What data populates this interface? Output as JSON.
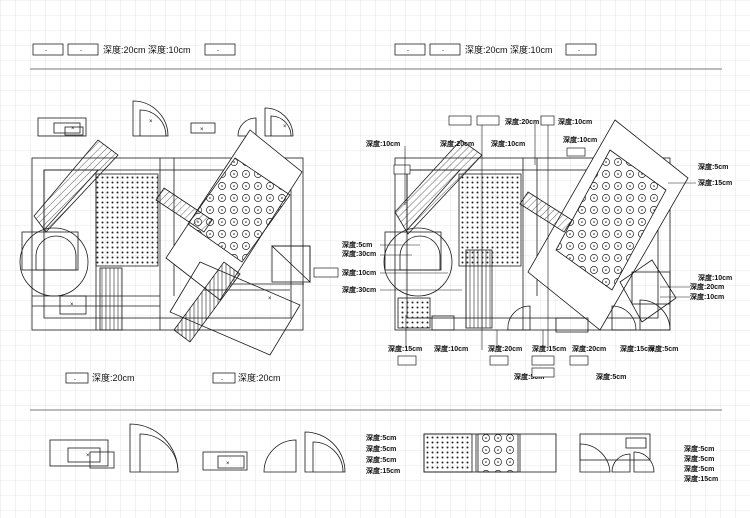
{
  "header": {
    "left": {
      "label": "深度:20cm 深度:10cm",
      "marks": [
        "-",
        "-",
        "-"
      ]
    },
    "right": {
      "label": "深度:20cm 深度:10cm",
      "marks": [
        "-",
        "-",
        "-"
      ]
    }
  },
  "left_plan": {
    "captions": [
      "深度:20cm",
      "深度:20cm"
    ],
    "marks": [
      "×",
      "-",
      "-"
    ]
  },
  "right_plan": {
    "left_labels": [
      "深度:10cm",
      "深度:5cm",
      "深度:30cm",
      "深度:10cm",
      "深度:30cm"
    ],
    "top_labels": [
      "深度:20cm",
      "深度:20cm",
      "深度:10cm",
      "深度:10cm",
      "深度:10cm"
    ],
    "right_labels": [
      "深度:5cm",
      "深度:15cm",
      "深度:10cm",
      "深度:20cm",
      "深度:10cm"
    ],
    "bottom_labels": [
      "深度:15cm",
      "深度:10cm",
      "深度:20cm",
      "深度:15cm",
      "深度:20cm",
      "深度:15cm",
      "深度:5cm",
      "深度:5cm",
      "深度:5cm"
    ]
  },
  "legend": {
    "depths_left": [
      "深度:5cm",
      "深度:5cm",
      "深度:5cm",
      "深度:15cm"
    ],
    "depths_right": [
      "深度:5cm",
      "深度:5cm",
      "深度:5cm",
      "深度:15cm"
    ]
  },
  "colors": {
    "line": "#1a1a1a",
    "grid": "#d2d2d2",
    "sheet_rule": "#7a7a7a"
  }
}
